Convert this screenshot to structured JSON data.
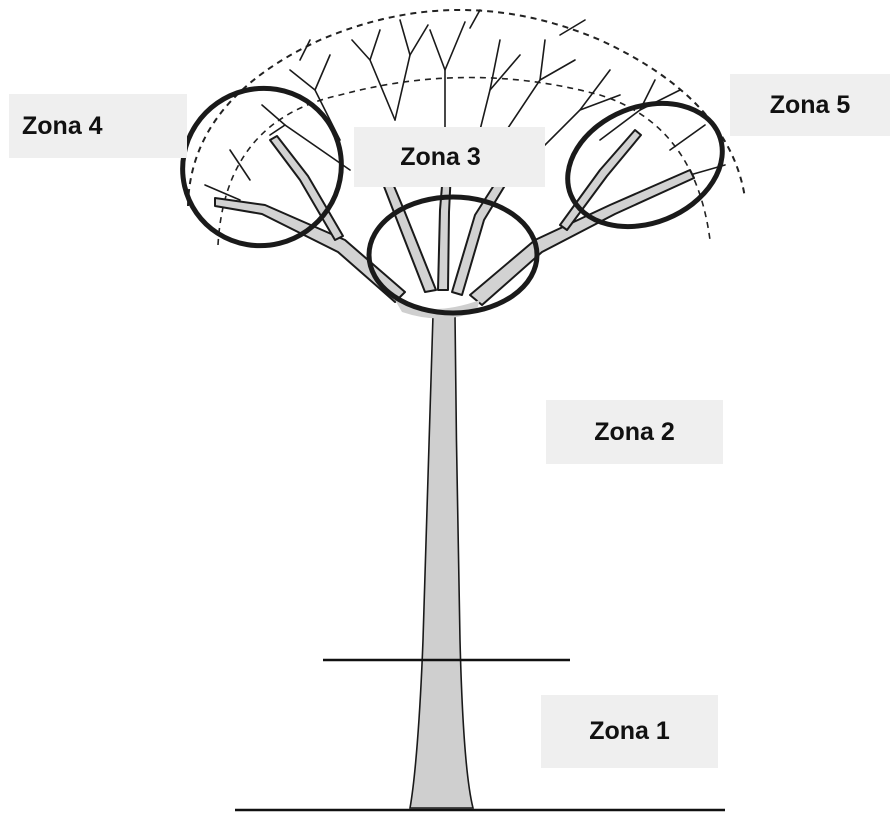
{
  "zones": {
    "zona_1": "Zona 1",
    "zona_2": "Zona 2",
    "zona_3": "Zona 3",
    "zona_4": "Zona 4",
    "zona_5": "Zona 5"
  },
  "colors": {
    "trunk_fill": "#cfcfcf",
    "outline": "#1a1a1a",
    "label_background": "#efefef"
  }
}
